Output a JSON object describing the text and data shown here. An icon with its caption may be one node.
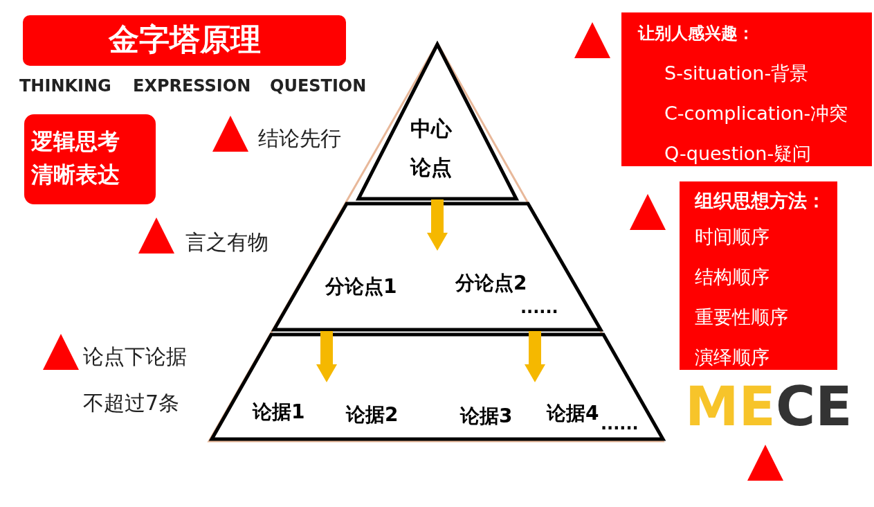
{
  "diagram": {
    "nodes": [
      {
        "text": [
          "金字塔原理"
        ]
      },
      {
        "text": [
          "逻辑思考",
          "清晰表达"
        ]
      },
      {
        "text": [
          "中心论点"
        ]
      },
      {
        "text": [
          "分论点1",
          "分论点2",
          "......"
        ]
      },
      {
        "text": [
          "论据1",
          "论据2",
          "论据3",
          "论据4",
          "......"
        ]
      },
      {
        "text": [
          "让别人感兴趣：",
          "S-situation-背景",
          "C-complication-冲突",
          "Q-question-疑问"
        ]
      },
      {
        "text": [
          "组织思想方法：",
          "时间顺序",
          "结构顺序",
          "重要性顺序",
          "演绎顺序"
        ]
      }
    ],
    "edges": [
      {
        "from": 2,
        "to": 3,
        "arrow": "to"
      },
      {
        "from": 3,
        "to": 4,
        "arrow": "to"
      },
      {
        "from": 3,
        "to": 4,
        "arrow": "to"
      }
    ],
    "labels": [
      "THINKING",
      "EXPRESSION",
      "QUESTION",
      "结论先行",
      "言之有物",
      "论点下论据",
      "不超过7条",
      "MECE"
    ]
  }
}
